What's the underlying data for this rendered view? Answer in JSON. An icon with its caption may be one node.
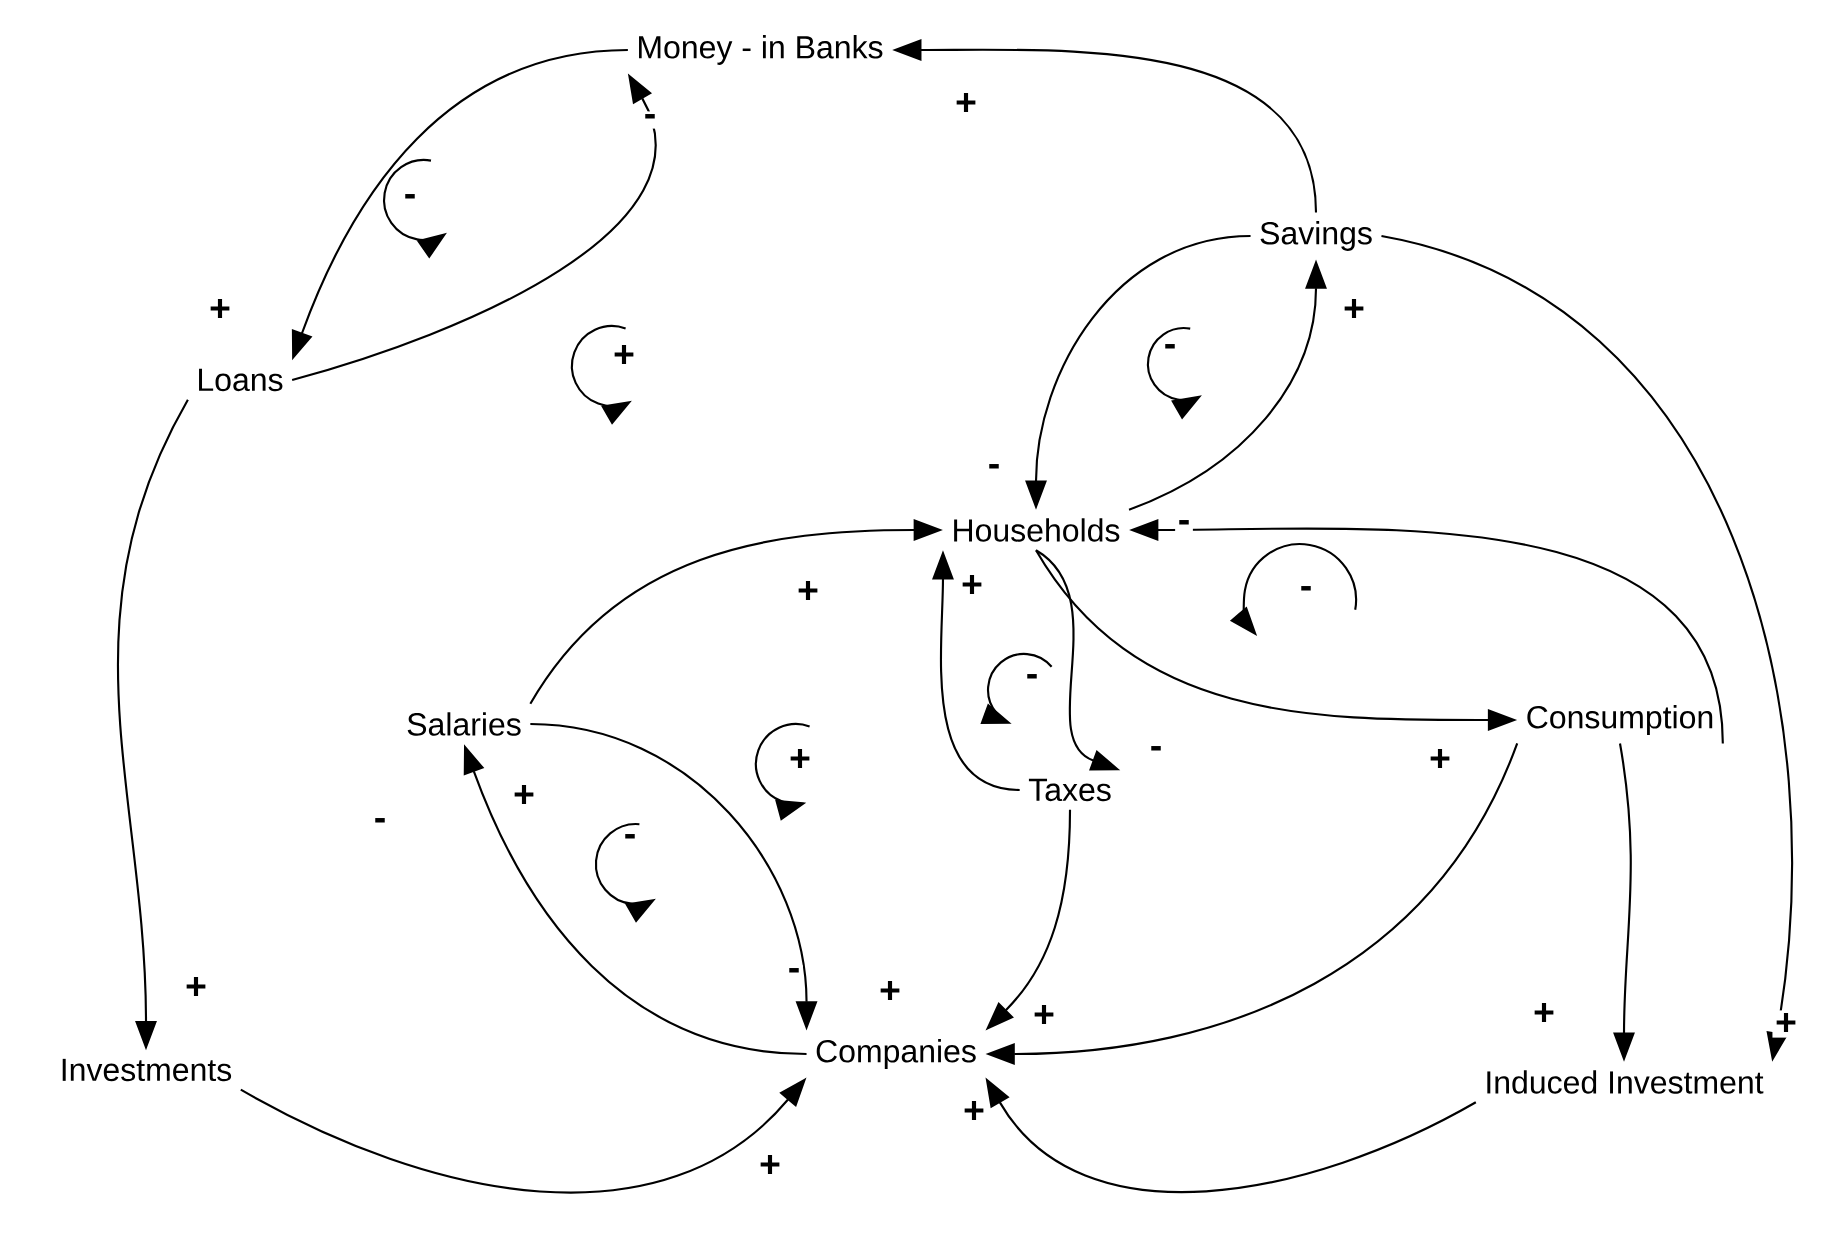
{
  "diagram": {
    "nodes": [
      {
        "text": [
          "Money - in Banks"
        ]
      },
      {
        "text": [
          "Savings"
        ]
      },
      {
        "text": [
          "Loans"
        ]
      },
      {
        "text": [
          "Households"
        ]
      },
      {
        "text": [
          "Salaries"
        ]
      },
      {
        "text": [
          "Consumption"
        ]
      },
      {
        "text": [
          "Taxes"
        ]
      },
      {
        "text": [
          "Companies"
        ]
      },
      {
        "text": [
          "Investments"
        ]
      },
      {
        "text": [
          "Induced Investment"
        ]
      }
    ],
    "edges": [
      {
        "from": 1,
        "to": 0,
        "arrow": "to",
        "label": "+"
      },
      {
        "from": 0,
        "to": 2,
        "arrow": "to",
        "label": "+"
      },
      {
        "from": 2,
        "to": 0,
        "arrow": "to",
        "label": "-"
      },
      {
        "from": 1,
        "to": 3,
        "arrow": "to",
        "label": "-"
      },
      {
        "from": 3,
        "to": 1,
        "arrow": "to",
        "label": "+"
      },
      {
        "from": 5,
        "to": 3,
        "arrow": "to",
        "label": "-"
      },
      {
        "from": 3,
        "to": 5,
        "arrow": "to",
        "label": "+"
      },
      {
        "from": 6,
        "to": 3,
        "arrow": "to",
        "label": "+"
      },
      {
        "from": 3,
        "to": 6,
        "arrow": "to",
        "label": "-"
      },
      {
        "from": 4,
        "to": 3,
        "arrow": "to",
        "label": "+"
      },
      {
        "from": 4,
        "to": 7,
        "arrow": "to",
        "label": "-"
      },
      {
        "from": 7,
        "to": 4,
        "arrow": "to",
        "label": "+"
      },
      {
        "from": 6,
        "to": 7,
        "arrow": "to",
        "label": "+"
      },
      {
        "from": 5,
        "to": 7,
        "arrow": "to",
        "label": "+"
      },
      {
        "from": 8,
        "to": 7,
        "arrow": "to",
        "label": "+"
      },
      {
        "from": 9,
        "to": 7,
        "arrow": "to",
        "label": "+"
      },
      {
        "from": 2,
        "to": 8,
        "arrow": "to",
        "label": "+"
      },
      {
        "from": 5,
        "to": 9,
        "arrow": "to",
        "label": "+"
      },
      {
        "from": 1,
        "to": 9,
        "arrow": "to",
        "label": "+"
      }
    ],
    "labels": [
      "-",
      "-",
      "+",
      "-",
      "-",
      "+",
      "-",
      "-"
    ]
  }
}
